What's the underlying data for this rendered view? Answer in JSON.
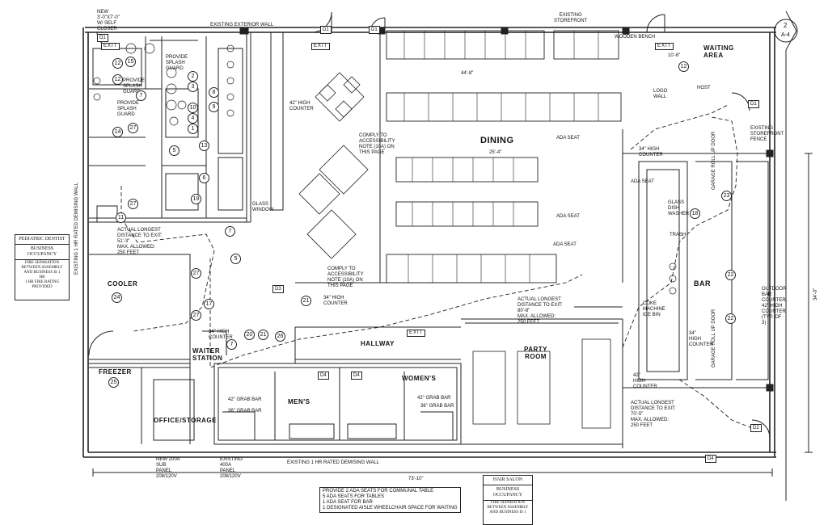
{
  "top": {
    "new_door_note": "NEW\n3'-0\"x7'-0\"\nW/ SELF\nCLOSER",
    "existing_exterior_wall": "EXISTING EXTERIOR WALL",
    "existing_storefront": "EXISTING\nSTOREFRONT",
    "wooden_bench": "WOODEN BENCH",
    "waiting_area": "WAITING\nAREA",
    "waiting_dim": "10'-6\"",
    "section_mark_number": "2",
    "section_mark_sheet": "A-4"
  },
  "rooms": {
    "dining": "DINING",
    "cooler": "COOLER",
    "freezer": "FREEZER",
    "waiter_station": "WAITER\nSTATION",
    "hallway": "HALLWAY",
    "womens": "WOMEN'S",
    "mens": "MEN'S",
    "party_room": "PARTY\nROOM",
    "bar": "BAR",
    "office_storage": "OFFICE/STORAGE"
  },
  "notes": {
    "provide_splash_guard_1": "PROVIDE\nSPLASH\nGUARD",
    "provide_splash_guard_2": "PROVIDE\nSPLASH\nGUARD",
    "provide_splash_guard_3": "PROVIDE\nSPLASH\nGUARD",
    "counter_42": "42\" HIGH\nCOUNTER",
    "comply_1": "COMPLY TO\nACCESSIBILITY\nNOTE (10A) ON\nTHIS PAGE",
    "comply_2": "COMPLY TO\nACCESSIBILITY\nNOTE (10A) ON\nTHIS PAGE",
    "glass_window": "GLASS\nWINDOW",
    "counter_34_a": "34\" HIGH\nCOUNTER",
    "counter_34_b": "34\" HIGH\nCOUNTER",
    "counter_34_c": "34\" HIGH\nCOUNTER",
    "counter_34_d": "34\"\nHIGH\nCOUNTER",
    "counter_42_b": "42\"\nHIGH\nCOUNTER",
    "ada_seat_1": "ADA SEAT",
    "ada_seat_2": "ADA SEAT",
    "ada_seat_3": "ADA SEAT",
    "ada_seat_4": "ADA SEAT",
    "logo_wall": "LOGO\nWALL",
    "host": "HOST",
    "existing_storefront_fence": "EXISTING\nSTOREFRONT\nFENCE",
    "glass_dish_washer": "GLASS\nDISH\nWASHER",
    "trash": "TRASH",
    "coke_machine": "COKE\nMACHINE\nICE BIN",
    "distance_1": "ACTUAL LONGEST\nDISTANCE TO EXIT:\n51'-3\"\nMAX. ALLOWED:\n250 FEET",
    "distance_2": "ACTUAL LONGEST\nDISTANCE TO EXIT:\n80'-8\"\nMAX. ALLOWED:\n250 FEET",
    "distance_3": "ACTUAL LONGEST\nDISTANCE TO EXIT:\n70'-5\"\nMAX. ALLOWED:\n250 FEET",
    "outdoor_bar": "OUTDOOR\nBAR\nCOUNTER,\n42\" HIGH\nCOUNTER\n(TYP. OF\n3)",
    "garage_door": "GARAGE ROLL UP DOOR",
    "grab_bar_42_a": "42\" GRAB BAR",
    "grab_bar_36_a": "36\" GRAB BAR",
    "grab_bar_42_b": "42\" GRAB BAR",
    "grab_bar_36_b": "36\" GRAB BAR",
    "new_panel": "NEW 200A\nSUB\nPANEL\n208/120V",
    "existing_panel": "EXISTING\n400A\nPANEL\n208/120V",
    "demising_wall_bottom": "EXISTING 1 HR RATED DEMISING WALL",
    "demising_wall_left": "EXISTING 1 HR RATED DEMISING WALL",
    "total_dim": "73'-10\"",
    "right_dim": "34'-0\"",
    "dining_dim": "44'-8\"",
    "dining_dim_2": "25'-4\"",
    "bottom_note": "PROVIDE 2 ADA SEATS FOR COMMUNAL TABLE\n5 ADA SEATS FOR TABLES\n1 ADA SEAT FOR BAR\n1 DESIGNATED AISLE WHEELCHAIR SPACE FOR WAITING",
    "exit": "EXIT"
  },
  "tenant_left": {
    "name": "PEDIATRIC DENTIST",
    "occupancy": "BUSINESS\nOCCUPANCY",
    "separation": "FIRE SEPARATION\nBETWEEN ASSEMBLY\nAND BUSINESS IS 1\nHR\n1 HR FIRE RATING\nPROVIDED"
  },
  "tenant_bottom": {
    "name": "HAIR SALON",
    "occupancy": "BUSINESS\nOCCUPANCY",
    "separation": "FIRE SEPARATION\nBETWEEN ASSEMBLY\nAND BUSINESS IS 1"
  },
  "doors": {
    "d1_a": "D1",
    "d1_b": "D1",
    "d1_c": "D1",
    "d1_d": "D1",
    "d3": "D3",
    "d4_a": "D4",
    "d4_b": "D4",
    "d4_c": "D4",
    "d2": "D2"
  },
  "equipment_numbers": [
    "15",
    "12",
    "12",
    "7",
    "14",
    "27",
    "5",
    "27",
    "19",
    "13",
    "6",
    "11",
    "2",
    "3",
    "10",
    "4",
    "1",
    "9",
    "8",
    "7",
    "5",
    "27",
    "24",
    "27",
    "17",
    "21",
    "20",
    "21",
    "26",
    "25",
    "23",
    "22",
    "22",
    "18",
    "7",
    "12"
  ]
}
